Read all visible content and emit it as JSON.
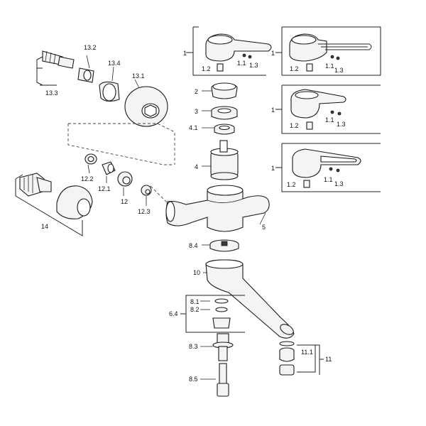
{
  "labels": {
    "p1a": "1",
    "p1b": "1",
    "p1c": "1",
    "p1d": "1",
    "p12a": "1.2",
    "p11a": "1.1",
    "p13a": "1.3",
    "p12b": "1.2",
    "p11b": "1.1",
    "p13b": "1.3",
    "p12c": "1.2",
    "p11c": "1.1",
    "p13c": "1.3",
    "p12d": "1.2",
    "p11d": "1.1",
    "p13d": "1.3",
    "p2": "2",
    "p3": "3",
    "p41": "4.1",
    "p4": "4",
    "p5": "5",
    "p84": "8.4",
    "p10": "10",
    "p81": "8.1",
    "p82": "8.2",
    "p64": "6.4",
    "p83": "8.3",
    "p85": "8.5",
    "p111": "11.1",
    "p11": "11",
    "p132": "13.2",
    "p134": "13.4",
    "p131": "13.1",
    "p133": "13.3",
    "p122": "12.2",
    "p121": "12.1",
    "p12": "12",
    "p123": "12.3",
    "p14": "14"
  }
}
